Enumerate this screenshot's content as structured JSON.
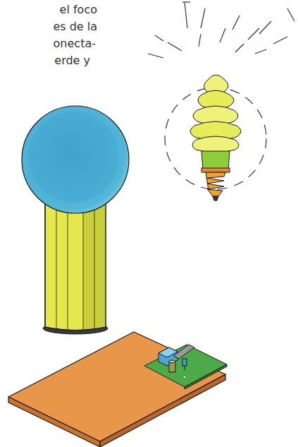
{
  "diagram": {
    "labels": [
      "el foco",
      "es de la",
      "onecta-",
      "erde y"
    ]
  }
}
